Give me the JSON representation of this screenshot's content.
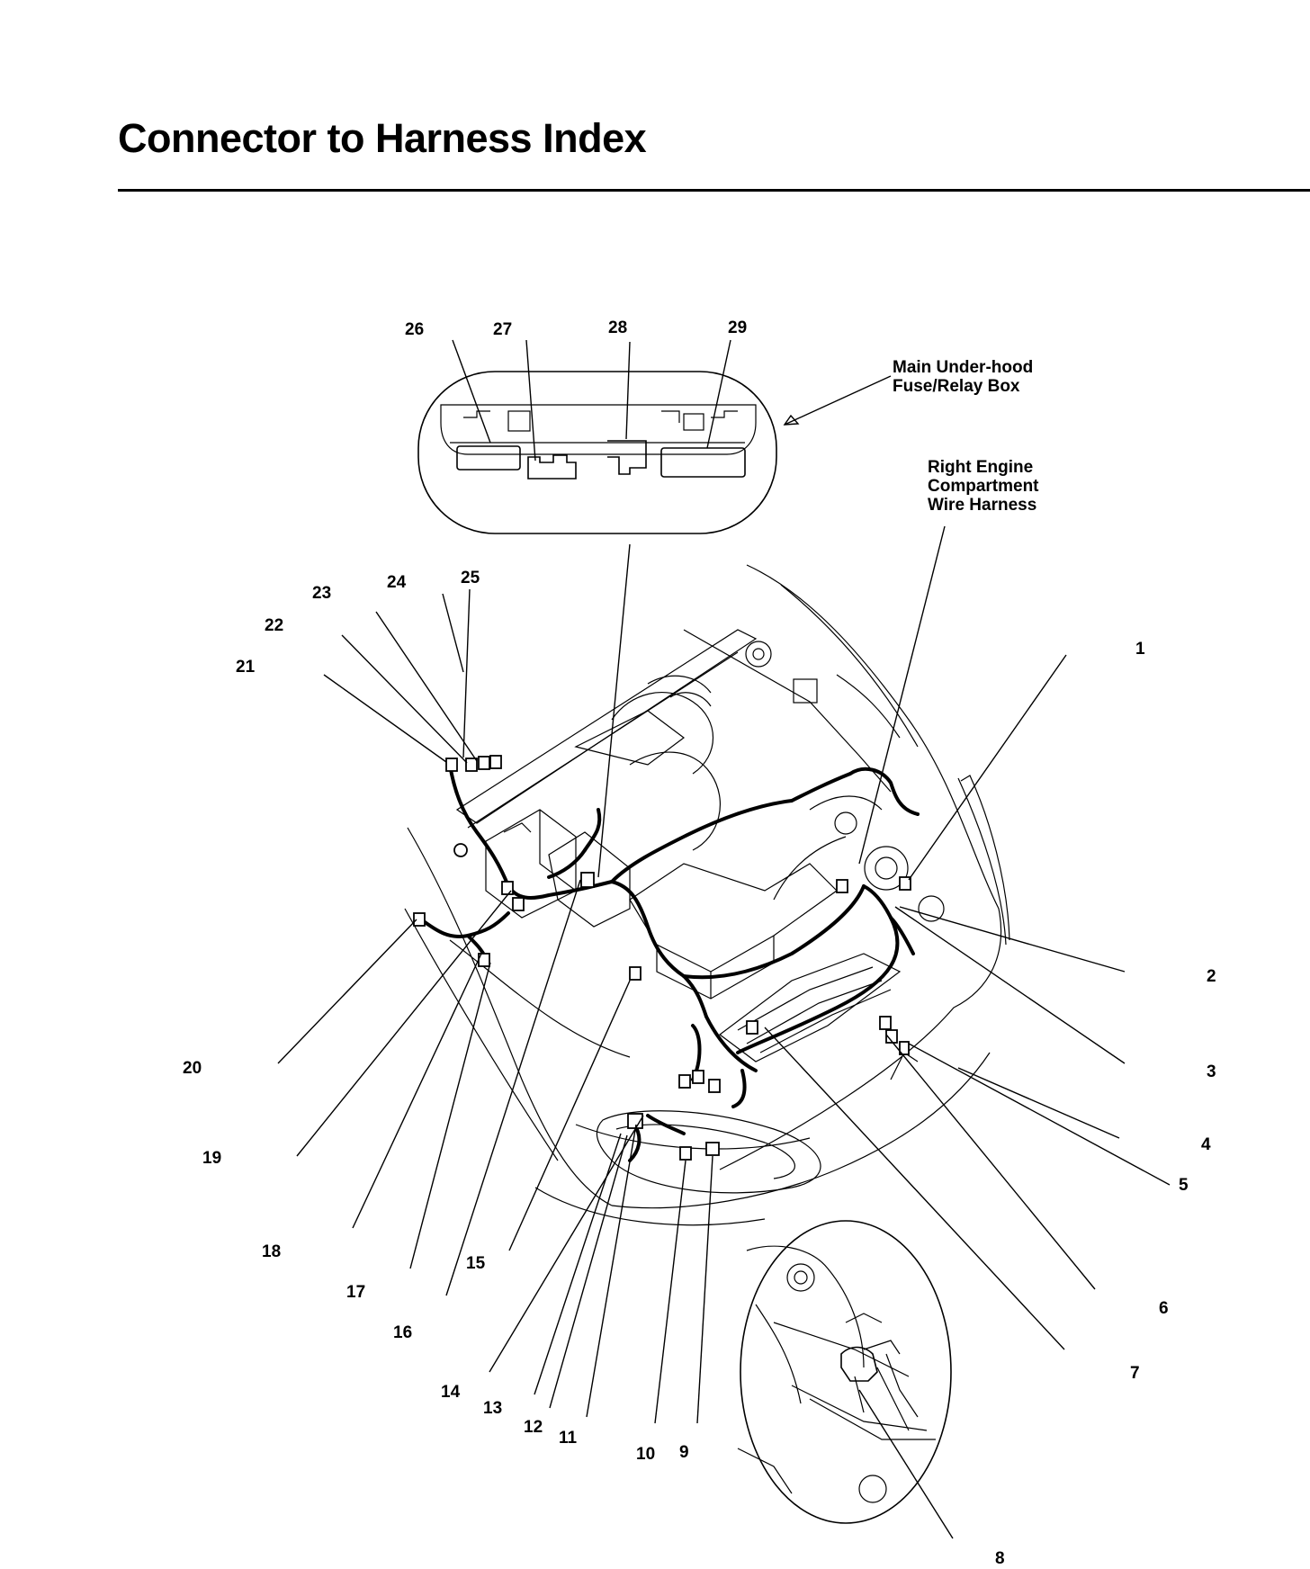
{
  "title": "Connector to Harness Index",
  "captions": {
    "fuse_box": [
      "Main Under-hood",
      "Fuse/Relay Box"
    ],
    "right_harness": [
      "Right Engine",
      "Compartment",
      "Wire Harness"
    ]
  },
  "labels": [
    "1",
    "2",
    "3",
    "4",
    "5",
    "6",
    "7",
    "8",
    "9",
    "10",
    "11",
    "12",
    "13",
    "14",
    "15",
    "16",
    "17",
    "18",
    "19",
    "20",
    "21",
    "22",
    "23",
    "24",
    "25",
    "26",
    "27",
    "28",
    "29"
  ]
}
